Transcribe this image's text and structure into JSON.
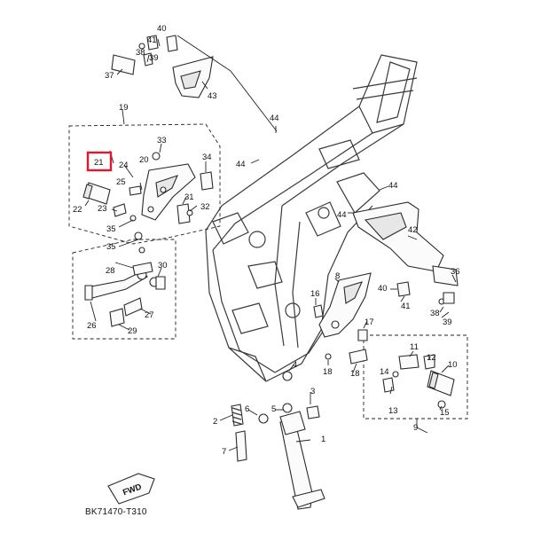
{
  "callouts": {
    "c1": "1",
    "c2": "2",
    "c3": "3",
    "c4": "4",
    "c5": "5",
    "c6": "6",
    "c7": "7",
    "c8": "8",
    "c9": "9",
    "c10": "10",
    "c11": "11",
    "c12": "12",
    "c13": "13",
    "c14": "14",
    "c15": "15",
    "c16": "16",
    "c17": "17",
    "c18": "18",
    "c19": "19",
    "c20": "20",
    "c21": "21",
    "c22": "22",
    "c23": "23",
    "c24": "24",
    "c25": "25",
    "c26": "26",
    "c27": "27",
    "c28": "28",
    "c29": "29",
    "c30": "30",
    "c31": "31",
    "c32": "32",
    "c33": "33",
    "c34": "34",
    "c35a": "35",
    "c35b": "35",
    "c36": "36",
    "c37": "37",
    "c38a": "38",
    "c38b": "38",
    "c39a": "39",
    "c39b": "39",
    "c40a": "40",
    "c40b": "40",
    "c41a": "41",
    "c41b": "41",
    "c42": "42",
    "c43": "43",
    "c44a": "44",
    "c44b": "44",
    "c44c": "44"
  },
  "fwd_label": "FWD",
  "figure_code": "BK71470-T310",
  "highlight_color": "#e0182d"
}
